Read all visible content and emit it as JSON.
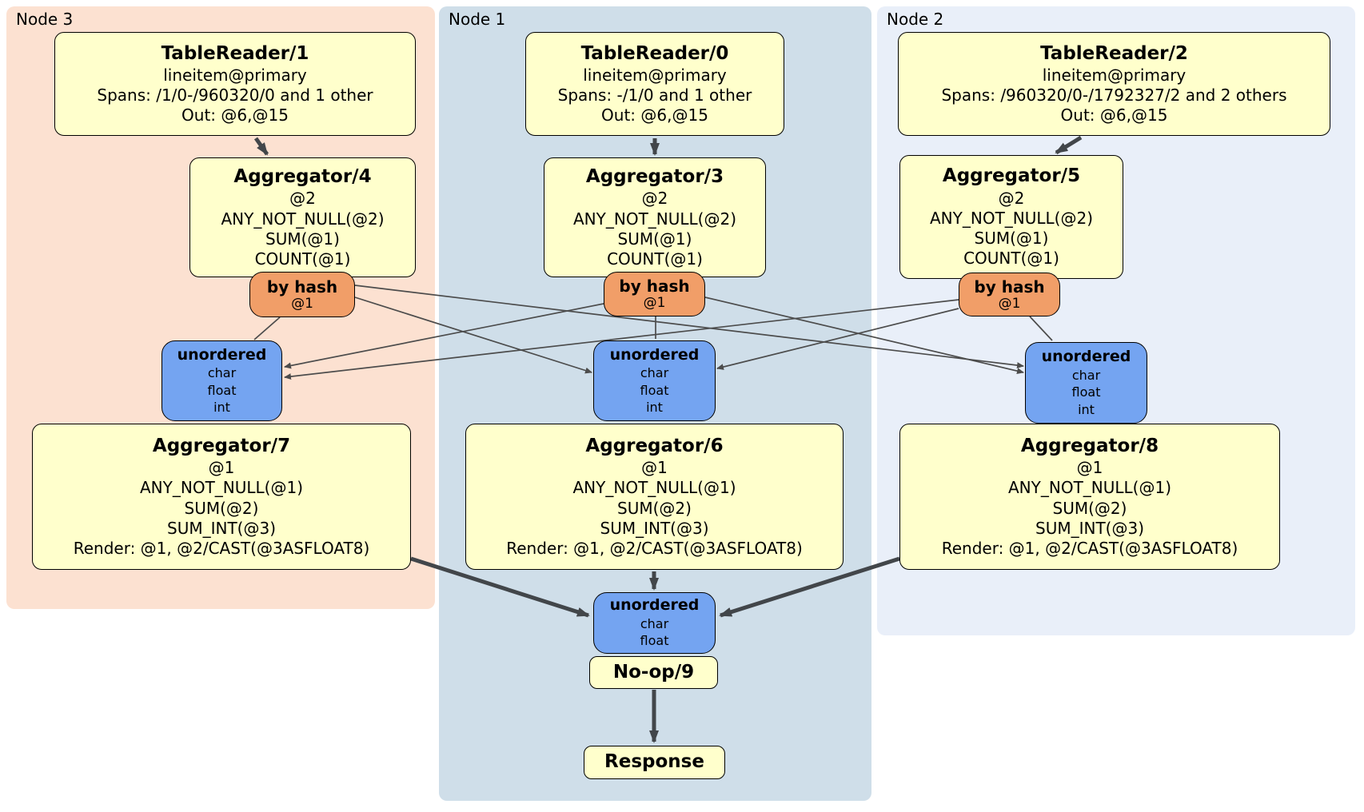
{
  "panels": [
    {
      "id": "node3",
      "label": "Node 3"
    },
    {
      "id": "node1",
      "label": "Node 1"
    },
    {
      "id": "node2",
      "label": "Node 2"
    }
  ],
  "boxes": {
    "tr1": {
      "title": "TableReader/1",
      "lines": [
        "lineitem@primary",
        "Spans: /1/0-/960320/0 and 1 other",
        "Out: @6,@15"
      ]
    },
    "tr0": {
      "title": "TableReader/0",
      "lines": [
        "lineitem@primary",
        "Spans: -/1/0 and 1 other",
        "Out: @6,@15"
      ]
    },
    "tr2": {
      "title": "TableReader/2",
      "lines": [
        "lineitem@primary",
        "Spans: /960320/0-/1792327/2 and 2 others",
        "Out: @6,@15"
      ]
    },
    "agg4": {
      "title": "Aggregator/4",
      "lines": [
        "@2",
        "ANY_NOT_NULL(@2)",
        "SUM(@1)",
        "COUNT(@1)"
      ]
    },
    "agg3": {
      "title": "Aggregator/3",
      "lines": [
        "@2",
        "ANY_NOT_NULL(@2)",
        "SUM(@1)",
        "COUNT(@1)"
      ]
    },
    "agg5": {
      "title": "Aggregator/5",
      "lines": [
        "@2",
        "ANY_NOT_NULL(@2)",
        "SUM(@1)",
        "COUNT(@1)"
      ]
    },
    "hash4": {
      "title": "by hash",
      "lines": [
        "@1"
      ]
    },
    "hash3": {
      "title": "by hash",
      "lines": [
        "@1"
      ]
    },
    "hash5": {
      "title": "by hash",
      "lines": [
        "@1"
      ]
    },
    "sync7": {
      "title": "unordered",
      "lines": [
        "char",
        "float",
        "int"
      ]
    },
    "sync6": {
      "title": "unordered",
      "lines": [
        "char",
        "float",
        "int"
      ]
    },
    "sync8": {
      "title": "unordered",
      "lines": [
        "char",
        "float",
        "int"
      ]
    },
    "agg7": {
      "title": "Aggregator/7",
      "lines": [
        "@1",
        "ANY_NOT_NULL(@1)",
        "SUM(@2)",
        "SUM_INT(@3)",
        "Render: @1, @2/CAST(@3ASFLOAT8)"
      ]
    },
    "agg6": {
      "title": "Aggregator/6",
      "lines": [
        "@1",
        "ANY_NOT_NULL(@1)",
        "SUM(@2)",
        "SUM_INT(@3)",
        "Render: @1, @2/CAST(@3ASFLOAT8)"
      ]
    },
    "agg8": {
      "title": "Aggregator/8",
      "lines": [
        "@1",
        "ANY_NOT_NULL(@1)",
        "SUM(@2)",
        "SUM_INT(@3)",
        "Render: @1, @2/CAST(@3ASFLOAT8)"
      ]
    },
    "syncFinal": {
      "title": "unordered",
      "lines": [
        "char",
        "float"
      ]
    },
    "noop": {
      "title": "No-op/9"
    },
    "response": {
      "title": "Response"
    }
  },
  "colors": {
    "panel_node3": "#fce1d1",
    "panel_node1": "#cfdee9",
    "panel_node2": "#e9eff9",
    "operator_fill": "#ffffcc",
    "router_fill": "#f19e68",
    "sync_fill": "#74a4f1",
    "edge": "#42464a"
  }
}
